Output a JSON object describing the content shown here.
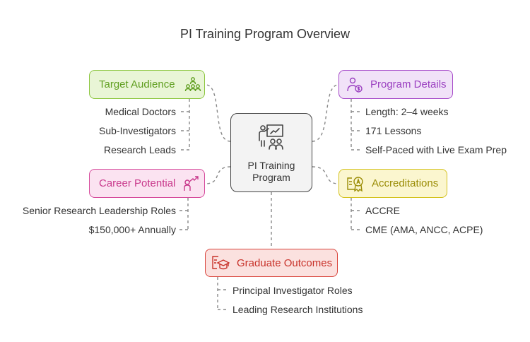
{
  "title": "PI Training Program Overview",
  "center": {
    "label": "PI Training Program",
    "icon": "teacher-presentation-icon"
  },
  "sections": {
    "target_audience": {
      "label": "Target Audience",
      "icon": "group-people-icon",
      "color": "#8cc63f",
      "fill": "#e9f5d6",
      "items": [
        "Medical Doctors",
        "Sub-Investigators",
        "Research Leads"
      ]
    },
    "program_details": {
      "label": "Program Details",
      "icon": "user-dollar-icon",
      "color": "#a64ac9",
      "fill": "#f1e2f8",
      "items": [
        "Length: 2–4 weeks",
        "171 Lessons",
        "Self-Paced with Live Exam Prep"
      ]
    },
    "career_potential": {
      "label": "Career Potential",
      "icon": "person-growth-arrow-icon",
      "color": "#d64b9c",
      "fill": "#fbe3f1",
      "items": [
        "Senior Research Leadership Roles",
        "$150,000+ Annually"
      ]
    },
    "accreditations": {
      "label": "Accreditations",
      "icon": "certificate-badge-icon",
      "color": "#d4c21e",
      "fill": "#fbf6cf",
      "items": [
        "ACCRE",
        "CME (AMA, ANCC, ACPE)"
      ]
    },
    "graduate_outcomes": {
      "label": "Graduate Outcomes",
      "icon": "graduate-cap-icon",
      "color": "#d9443c",
      "fill": "#fbe1df",
      "items": [
        "Principal Investigator Roles",
        "Leading Research Institutions"
      ]
    }
  }
}
